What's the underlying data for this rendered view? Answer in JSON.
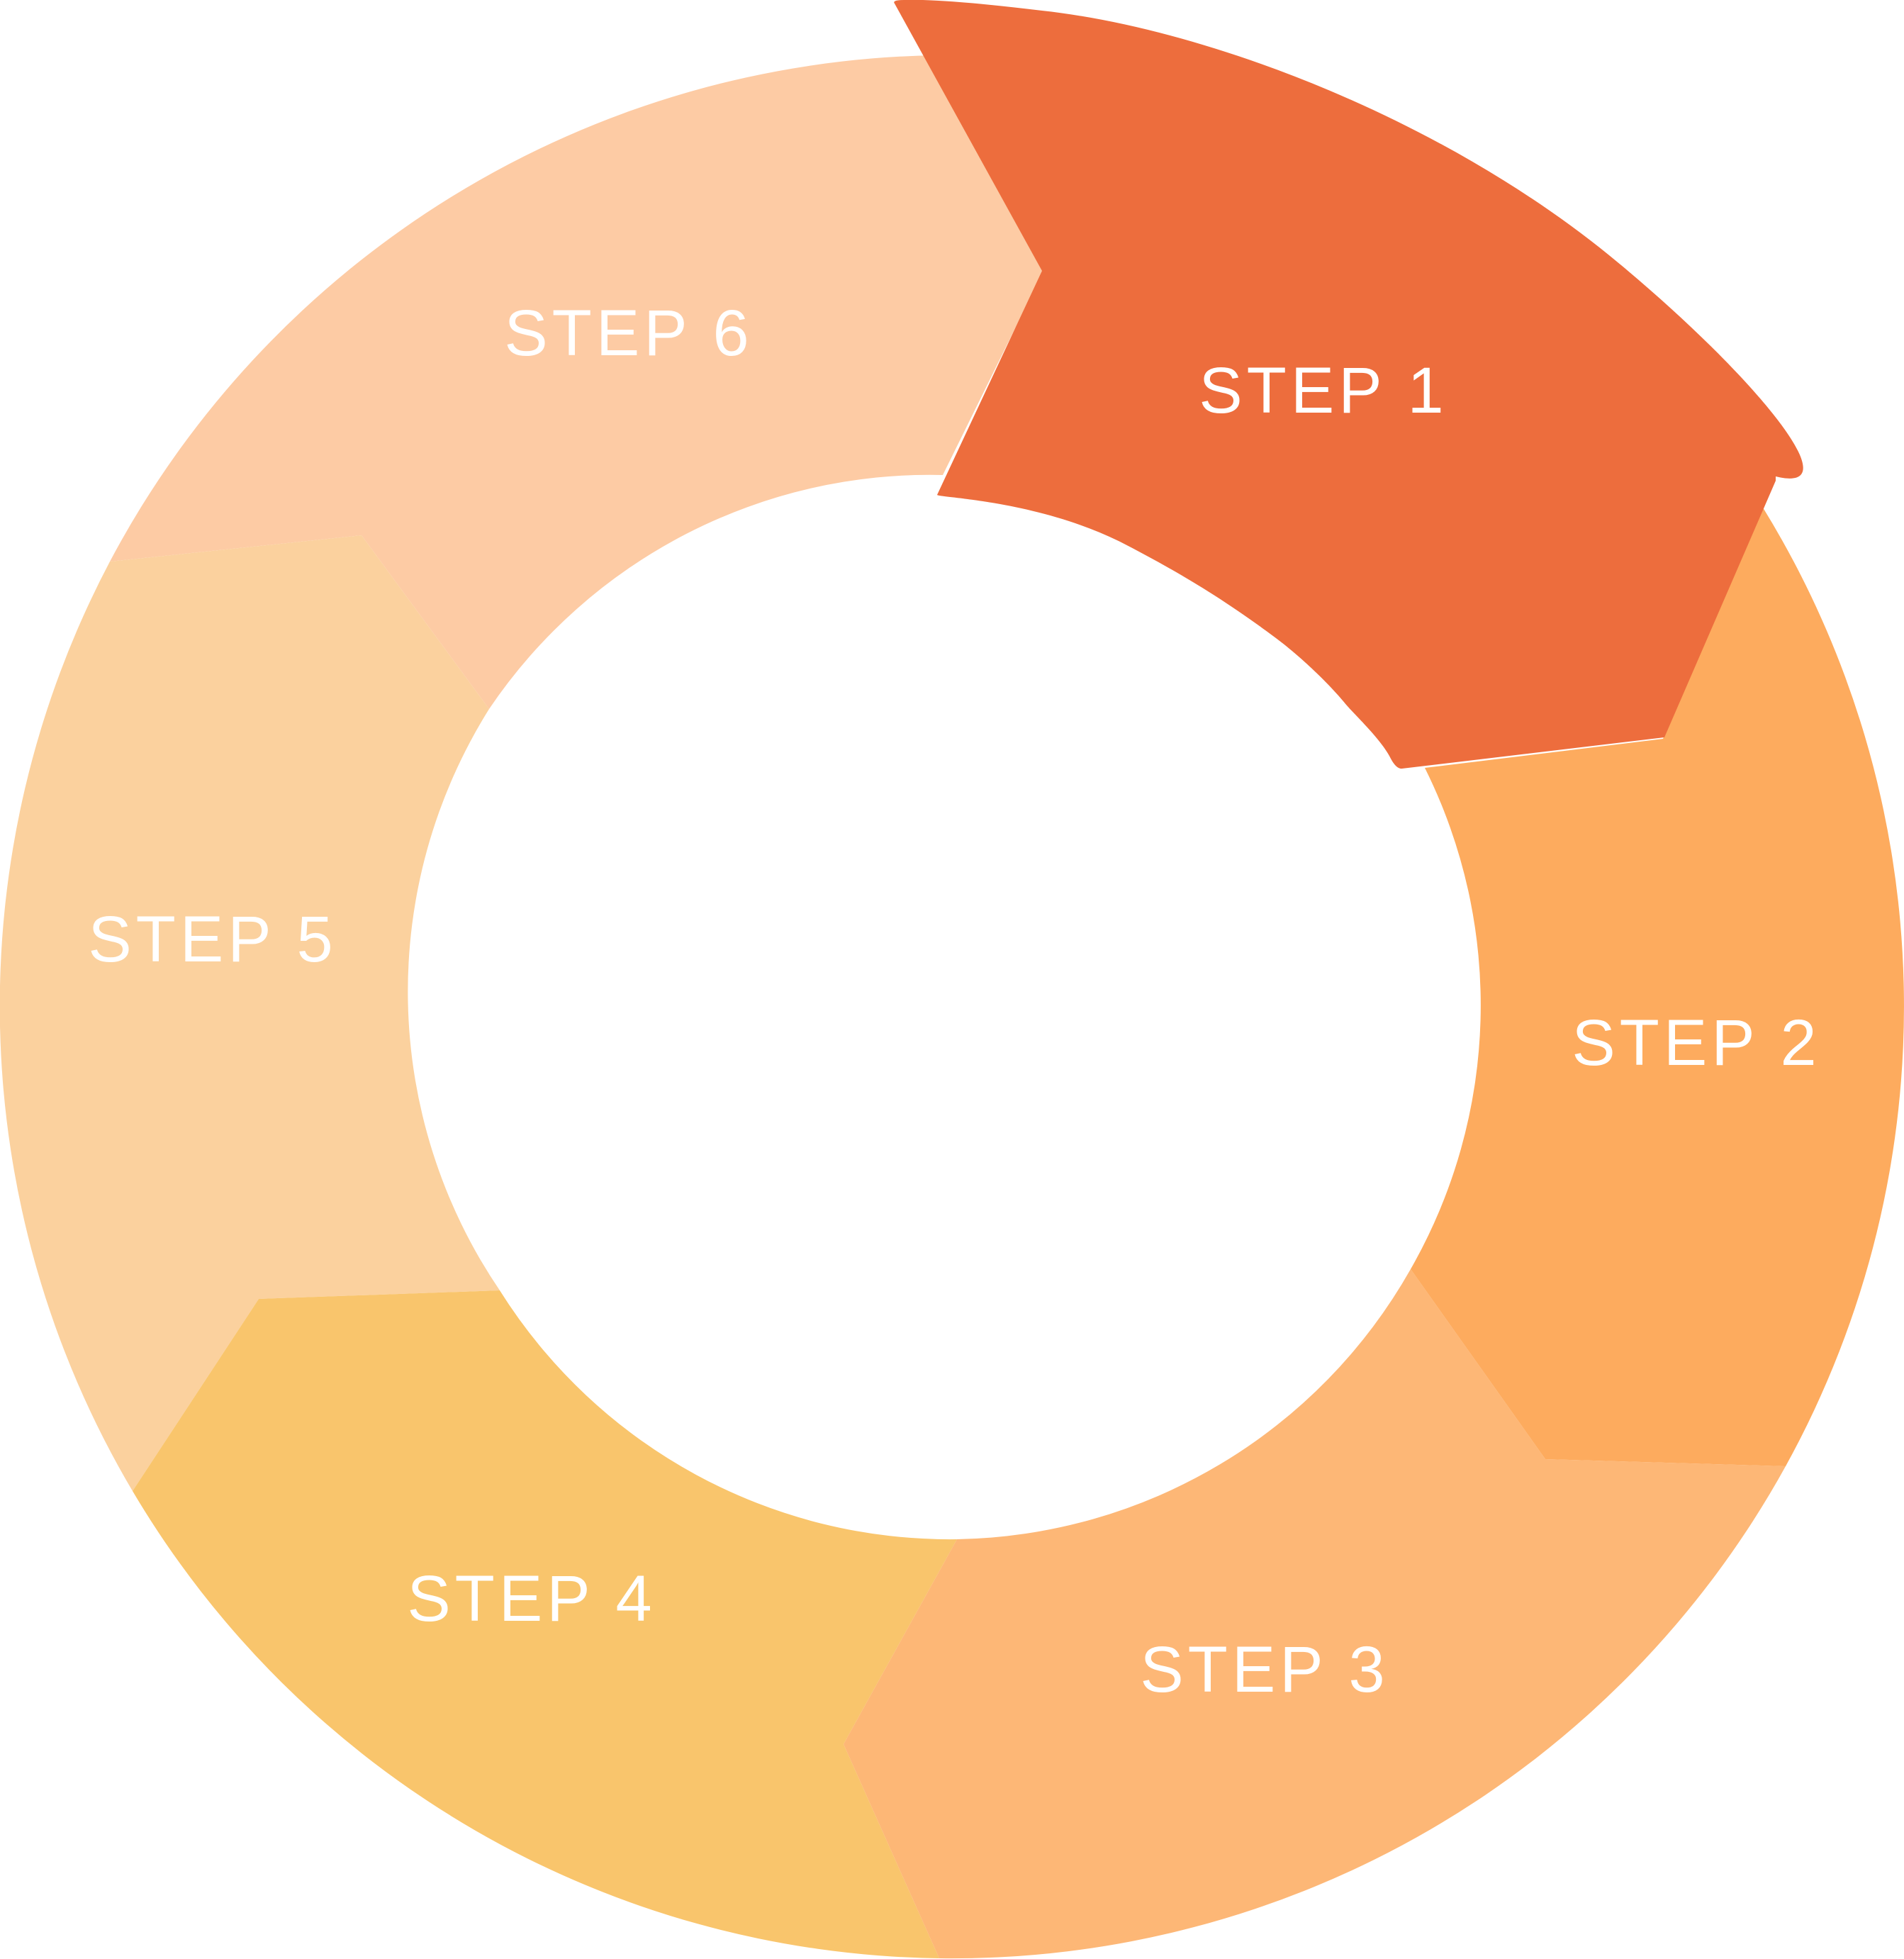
{
  "diagram": {
    "type": "cycle",
    "steps": [
      {
        "id": "step-1",
        "label": "STEP 1",
        "color": "#ED6D3D",
        "highlighted": true
      },
      {
        "id": "step-2",
        "label": "STEP 2",
        "color": "#FDAB5E"
      },
      {
        "id": "step-3",
        "label": "STEP 3",
        "color": "#FDB776"
      },
      {
        "id": "step-4",
        "label": "STEP 4",
        "color": "#F9C56C"
      },
      {
        "id": "step-5",
        "label": "STEP 5",
        "color": "#FBD19E"
      },
      {
        "id": "step-6",
        "label": "STEP 6",
        "color": "#FDCBA4"
      }
    ]
  }
}
